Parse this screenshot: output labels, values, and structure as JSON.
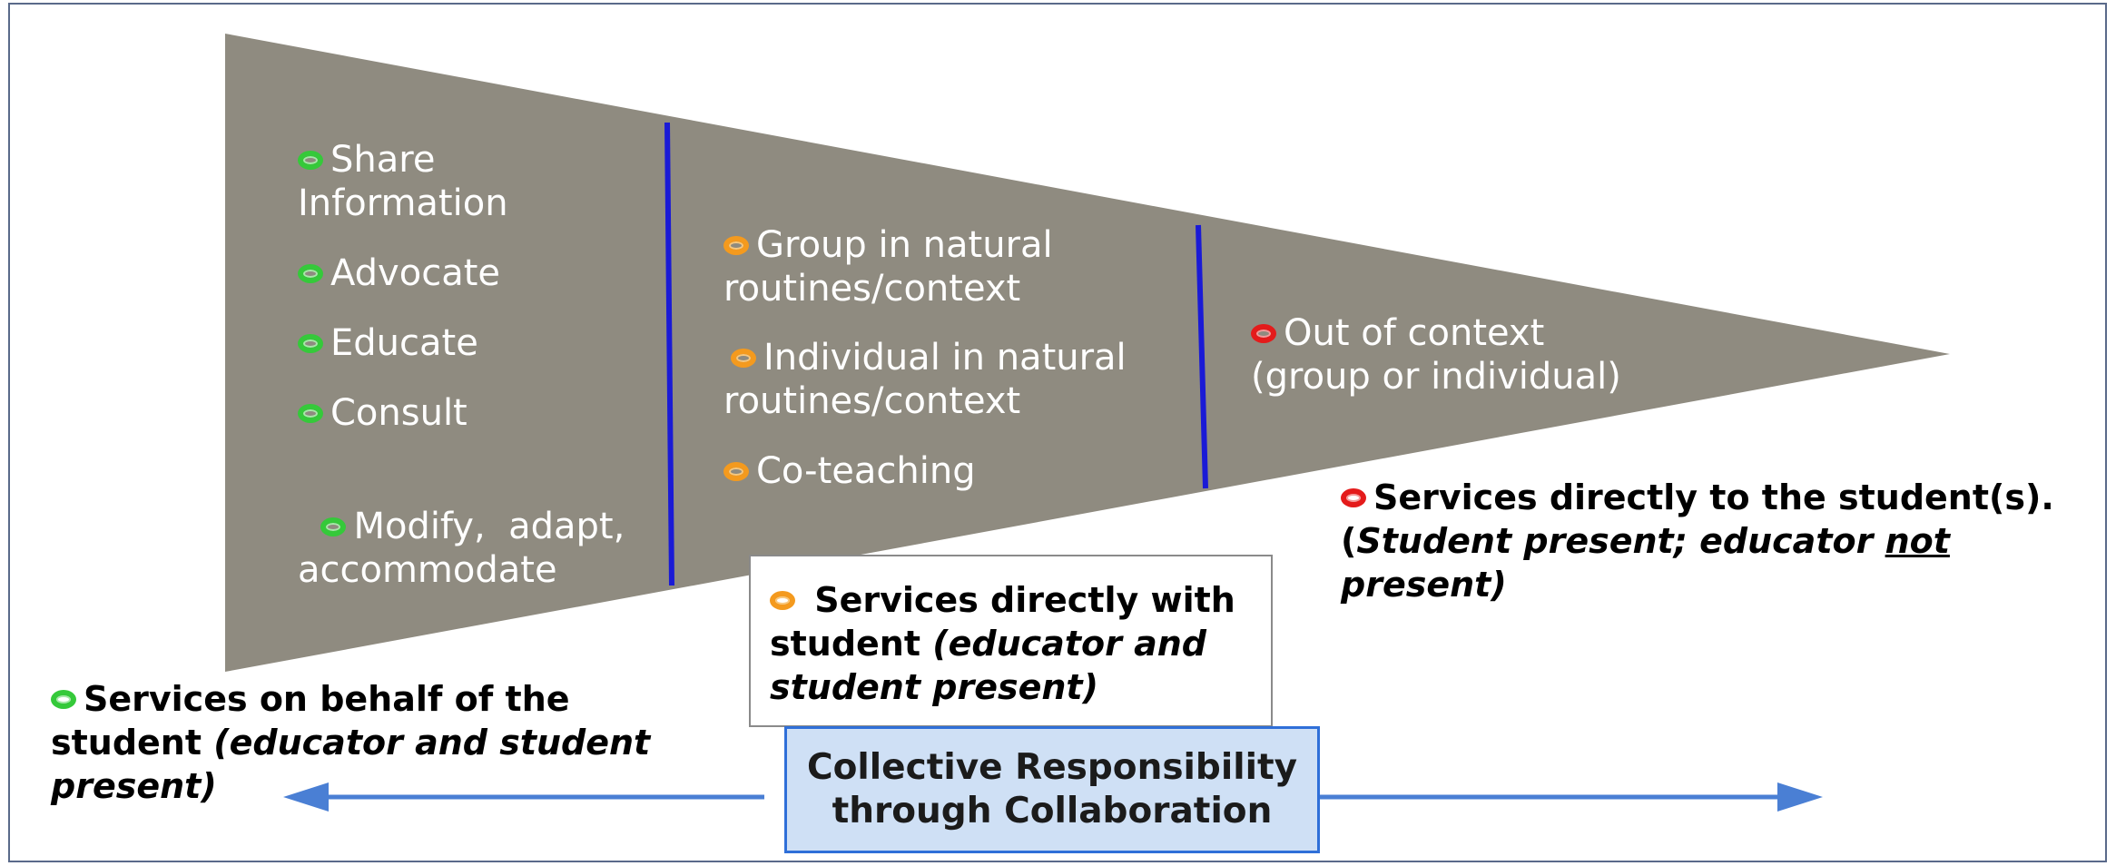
{
  "colors": {
    "funnel": "#8f8b80",
    "divider": "#1a1ad6",
    "arrow": "#4a7fd4",
    "green": "#35c93a",
    "orange": "#f49a1e",
    "red": "#e41b1b",
    "box_fill": "#cfe0f5",
    "box_border": "#2f6fd8"
  },
  "on_behalf_items": [
    {
      "icon": "green-ring-icon",
      "line1": "Share",
      "line2": "Information"
    },
    {
      "icon": "green-ring-icon",
      "line1": "Advocate"
    },
    {
      "icon": "green-ring-icon",
      "line1": "Educate"
    },
    {
      "icon": "green-ring-icon",
      "line1": "Consult"
    },
    {
      "icon": "green-ring-icon",
      "line1": "Modify,  adapt,",
      "line2": "accommodate"
    }
  ],
  "with_student_items": [
    {
      "icon": "orange-ring-icon",
      "line1": "Group in natural",
      "line2": "routines/context"
    },
    {
      "icon": "orange-ring-icon",
      "line1": "Individual in natural",
      "line2": "routines/context"
    },
    {
      "icon": "orange-ring-icon",
      "line1": "Co-teaching"
    }
  ],
  "to_student_items": [
    {
      "icon": "red-ring-icon",
      "line1": "Out of context",
      "line2": "(group or individual)"
    }
  ],
  "captions": {
    "on_behalf": {
      "bold": "Services on behalf of the",
      "bold2": "student",
      "italic": "(educator and student",
      "italic2": "present)"
    },
    "with_student": {
      "bold": "Services directly with",
      "bold2": "student",
      "italic": "(educator and",
      "italic2": "student present)"
    },
    "to_student": {
      "bold": "Services directly to the student(s).",
      "paren_open": "(",
      "italic_a": "Student present; educator ",
      "italic_u": "not ",
      "italic_b": "present)"
    }
  },
  "collective": {
    "line1": "Collective Responsibility",
    "line2": "through Collaboration"
  }
}
